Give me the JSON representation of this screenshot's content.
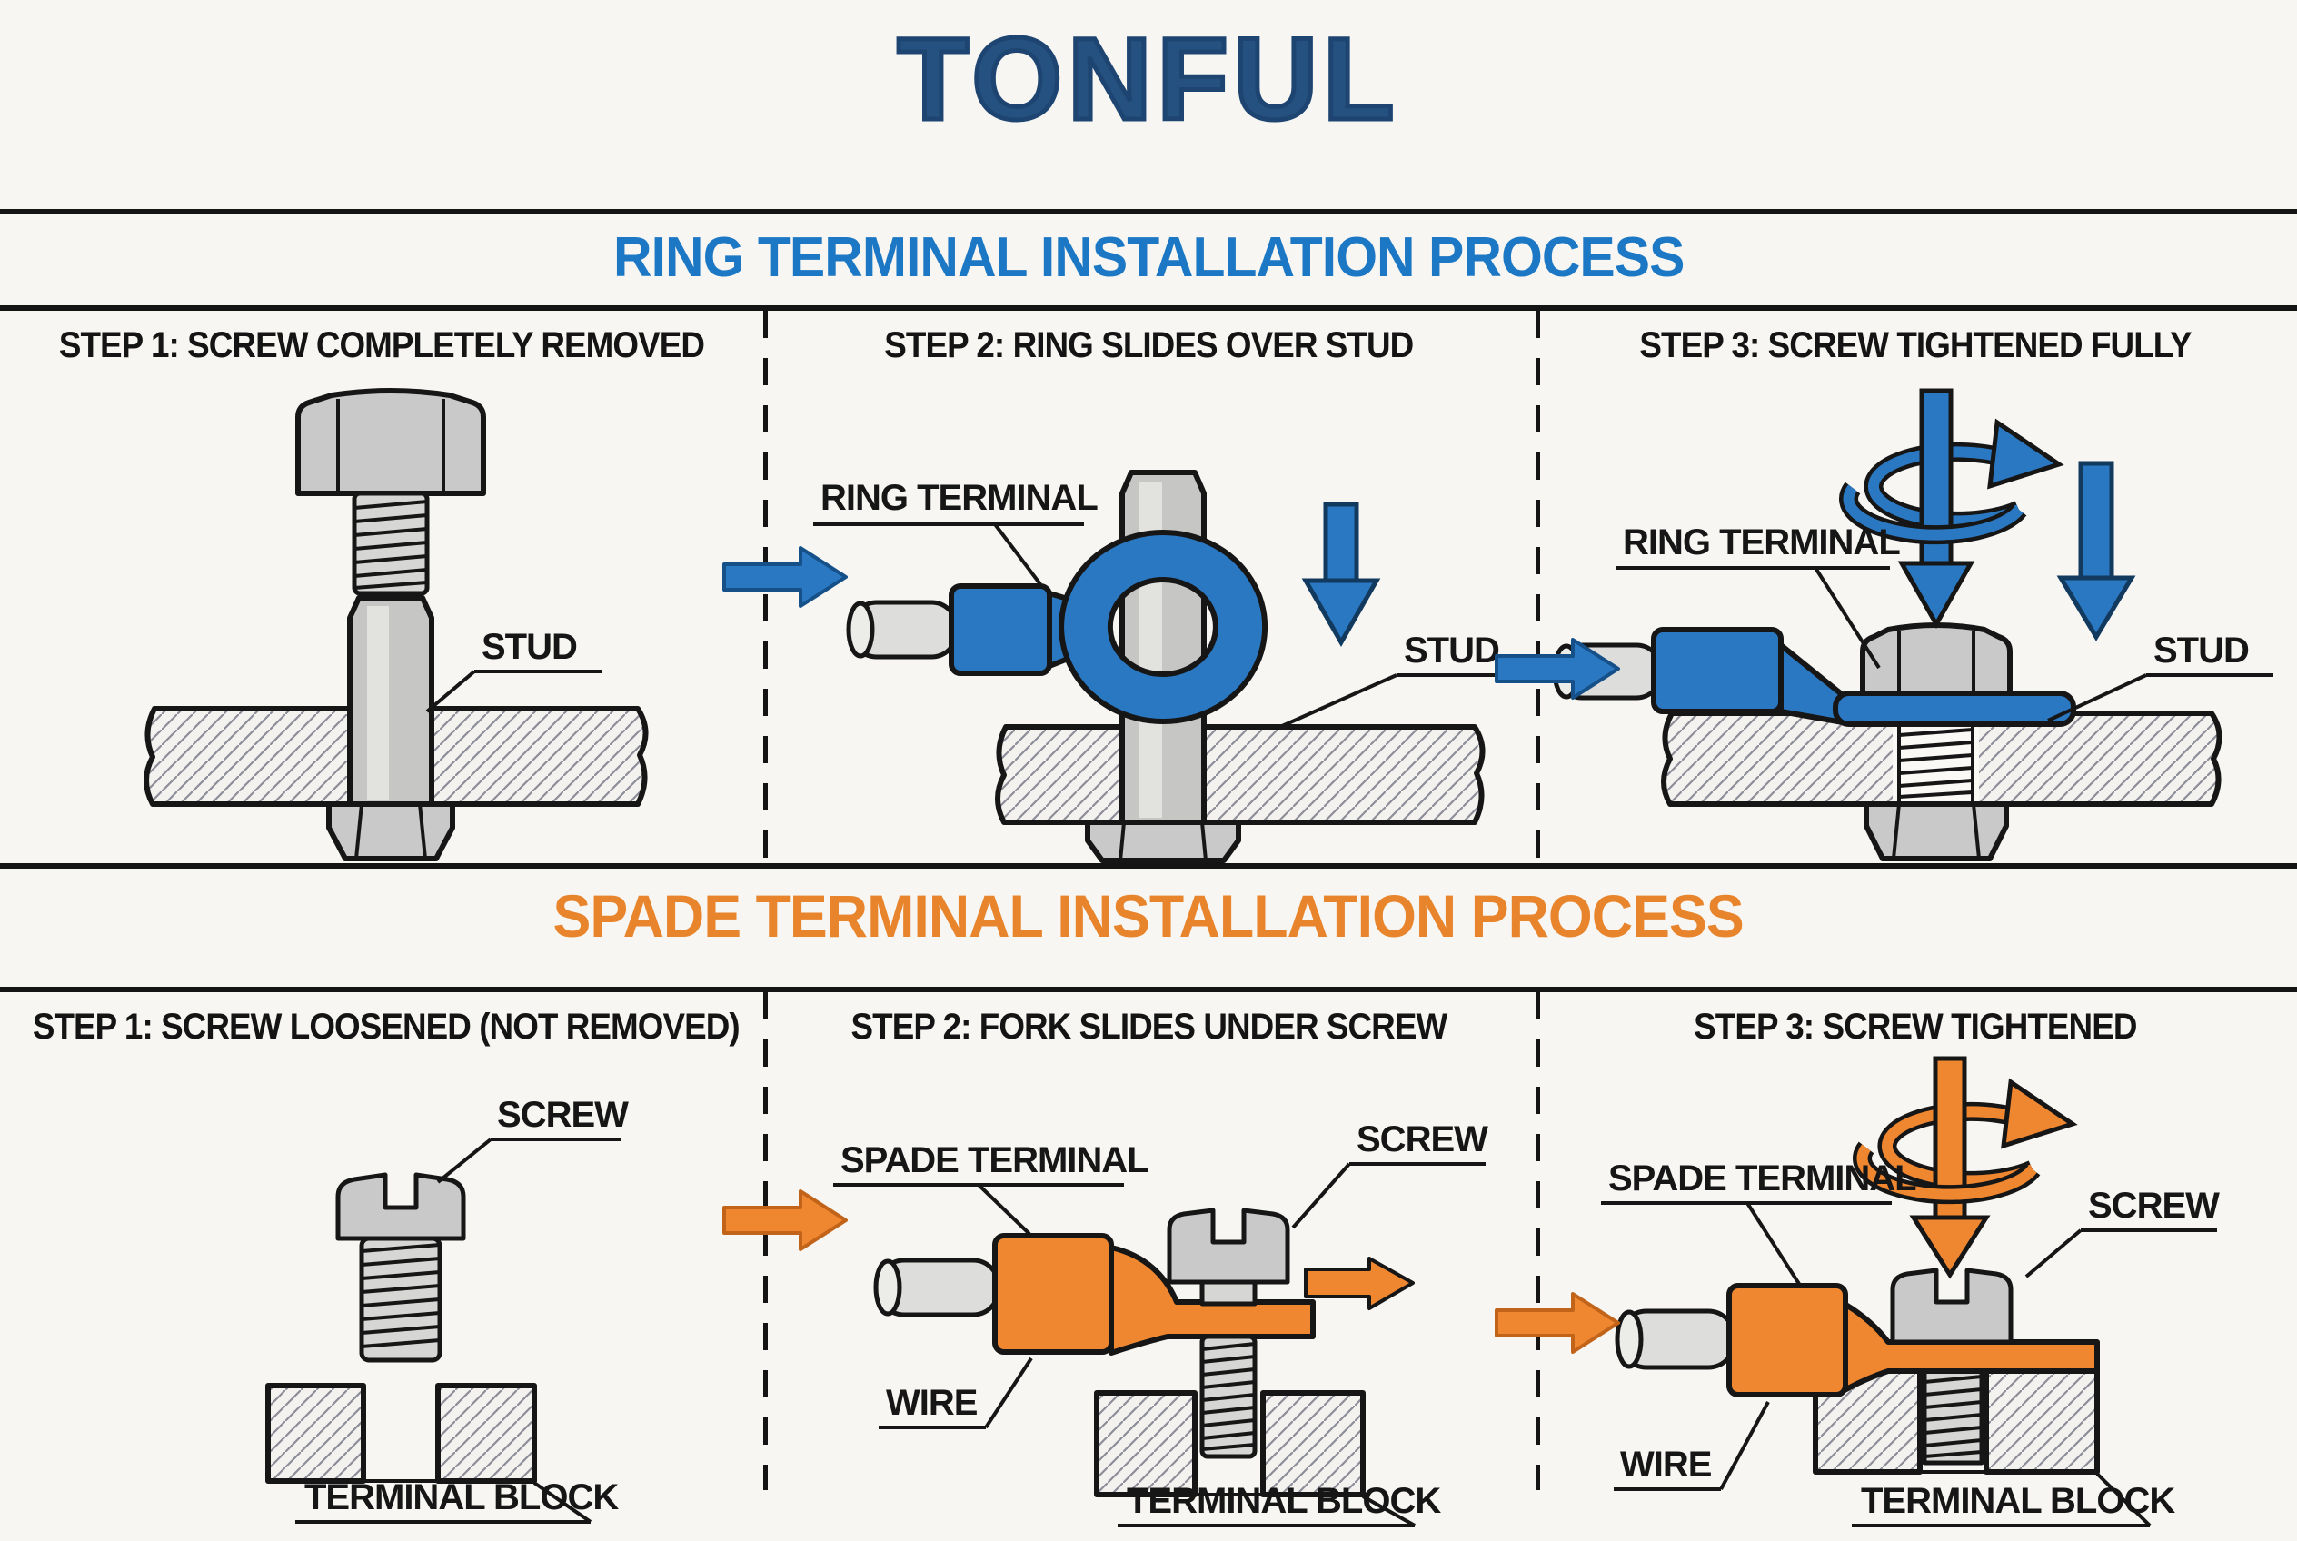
{
  "logo": "TONFUL",
  "colors": {
    "brand_navy": "#24517f",
    "process_blue": "#1c78c4",
    "terminal_blue": "#2b78c2",
    "process_orange": "#e8842c",
    "terminal_orange": "#ef8630",
    "line_black": "#161616",
    "metal_gray": "#c9c9c9"
  },
  "sections": [
    {
      "title": "RING TERMINAL INSTALLATION PROCESS",
      "steps": [
        {
          "title": "STEP 1: SCREW COMPLETELY REMOVED",
          "labels": {
            "stud": "STUD"
          }
        },
        {
          "title": "STEP 2: RING SLIDES OVER STUD",
          "labels": {
            "ring_terminal": "RING TERMINAL",
            "stud": "STUD"
          }
        },
        {
          "title": "STEP 3: SCREW TIGHTENED FULLY",
          "labels": {
            "ring_terminal": "RING TERMINAL",
            "stud": "STUD"
          }
        }
      ]
    },
    {
      "title": "SPADE TERMINAL INSTALLATION PROCESS",
      "steps": [
        {
          "title": "STEP 1: SCREW LOOSENED (NOT REMOVED)",
          "labels": {
            "screw": "SCREW",
            "terminal_block": "TERMINAL BLOCK"
          }
        },
        {
          "title": "STEP 2: FORK SLIDES UNDER SCREW",
          "labels": {
            "spade_terminal": "SPADE TERMINAL",
            "screw": "SCREW",
            "wire": "WIRE",
            "terminal_block": "TERMINAL BLOCK"
          }
        },
        {
          "title": "STEP 3: SCREW TIGHTENED",
          "labels": {
            "spade_terminal": "SPADE TERMINAL",
            "screw": "SCREW",
            "wire": "WIRE",
            "terminal_block": "TERMINAL BLOCK"
          }
        }
      ]
    }
  ]
}
